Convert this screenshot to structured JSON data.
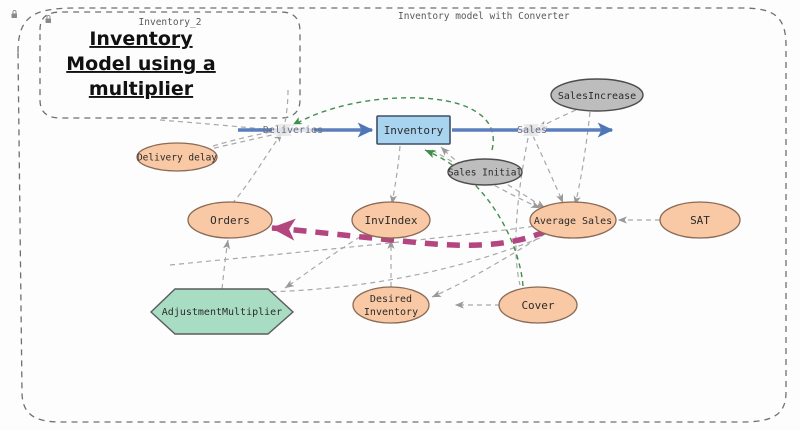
{
  "app": {
    "background_color": "#fdfdfd"
  },
  "outer_container": {
    "label": "Inventory model with Converter",
    "name": "outer-model-boundary"
  },
  "inner_container": {
    "label": "Inventory_2",
    "title_lines": [
      "Inventory",
      "Model using a",
      "multiplier"
    ],
    "name": "inner-title-boundary"
  },
  "colors": {
    "stock_fill": "#a8d4f0",
    "stock_stroke": "#3f4f66",
    "converter_fill": "#f9c8a4",
    "converter_stroke": "#8a6a56",
    "constant_fill": "#bdbdbd",
    "constant_stroke": "#4d4d4d",
    "multiplier_fill": "#a8ddc4",
    "multiplier_stroke": "#5c5c5c",
    "flow_arrow": "#5b7fbd",
    "link_gray": "#a8a8a8",
    "link_green": "#3f8f4a",
    "link_magenta": "#b3457f",
    "container_dash": "#707070"
  },
  "nodes": {
    "inventory": {
      "label": "Inventory",
      "type": "stock",
      "shape": "rectangle"
    },
    "sales_increase": {
      "label": "SalesIncrease",
      "type": "constant",
      "shape": "ellipse"
    },
    "sales_initial": {
      "label": "Sales Initial",
      "type": "constant",
      "shape": "ellipse"
    },
    "delivery_delay": {
      "label": "Delivery delay",
      "type": "converter",
      "shape": "ellipse"
    },
    "orders": {
      "label": "Orders",
      "type": "converter",
      "shape": "ellipse"
    },
    "inv_index": {
      "label": "InvIndex",
      "type": "converter",
      "shape": "ellipse"
    },
    "average_sales": {
      "label": "Average Sales",
      "type": "converter",
      "shape": "ellipse"
    },
    "sat": {
      "label": "SAT",
      "type": "converter",
      "shape": "ellipse"
    },
    "adjustment_multiplier": {
      "label": "AdjustmentMultiplier",
      "type": "multiplier",
      "shape": "hexagon"
    },
    "desired_inventory": {
      "label_line1": "Desired",
      "label_line2": "Inventory",
      "type": "converter",
      "shape": "ellipse"
    },
    "cover": {
      "label": "Cover",
      "type": "converter",
      "shape": "ellipse"
    }
  },
  "flows": {
    "deliveries": {
      "label": "Deliveries",
      "direction": "into-stock"
    },
    "sales": {
      "label": "Sales",
      "direction": "out-of-stock"
    }
  }
}
